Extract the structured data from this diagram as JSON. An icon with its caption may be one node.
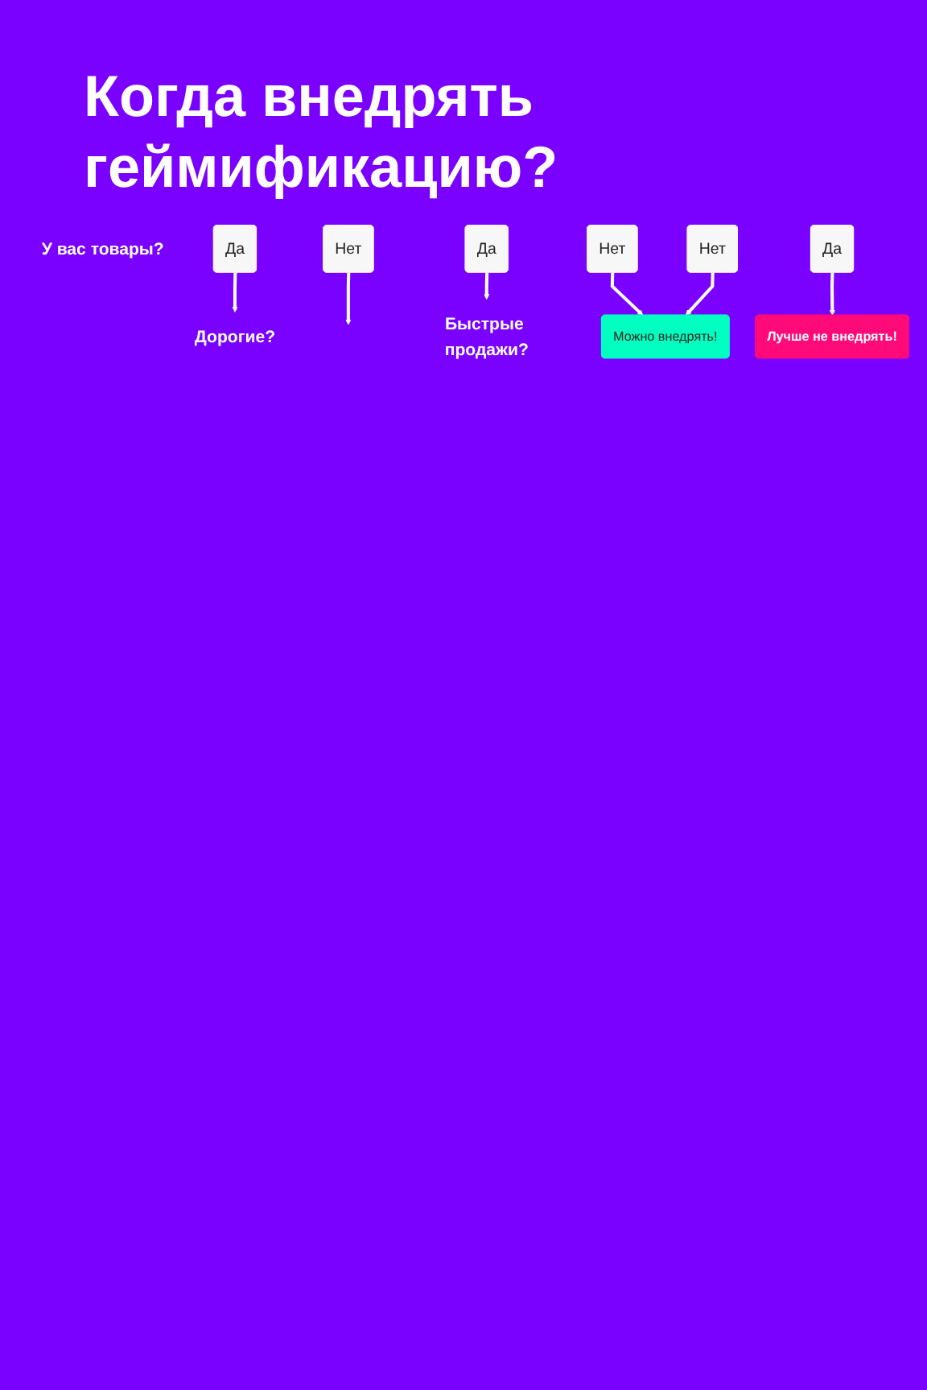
{
  "diagram": {
    "title": "Когда внедрять геймификацию?",
    "nodes": [
      {
        "text": [
          "У вас товары?"
        ]
      },
      {
        "text": [
          "Да"
        ]
      },
      {
        "text": [
          "Нет"
        ]
      },
      {
        "text": [
          "Дорогие?"
        ]
      },
      {
        "text": [
          "Да"
        ]
      },
      {
        "text": [
          "Нет"
        ]
      },
      {
        "text": [
          "Быстрые продажи?"
        ]
      },
      {
        "text": [
          "Да"
        ]
      },
      {
        "text": [
          "Нет"
        ]
      },
      {
        "text": [
          "Лучше не внедрять!"
        ]
      },
      {
        "text": [
          "Можно внедрять!"
        ]
      }
    ],
    "edges": [
      {
        "from": 1,
        "to": 3,
        "arrow": "to"
      },
      {
        "from": 2,
        "to": null,
        "arrow": "to"
      },
      {
        "from": 4,
        "to": 6,
        "arrow": "to"
      },
      {
        "from": 5,
        "to": 10,
        "arrow": "to"
      },
      {
        "from": 7,
        "to": 9,
        "arrow": "to"
      },
      {
        "from": 8,
        "to": 10,
        "arrow": "to"
      }
    ]
  }
}
